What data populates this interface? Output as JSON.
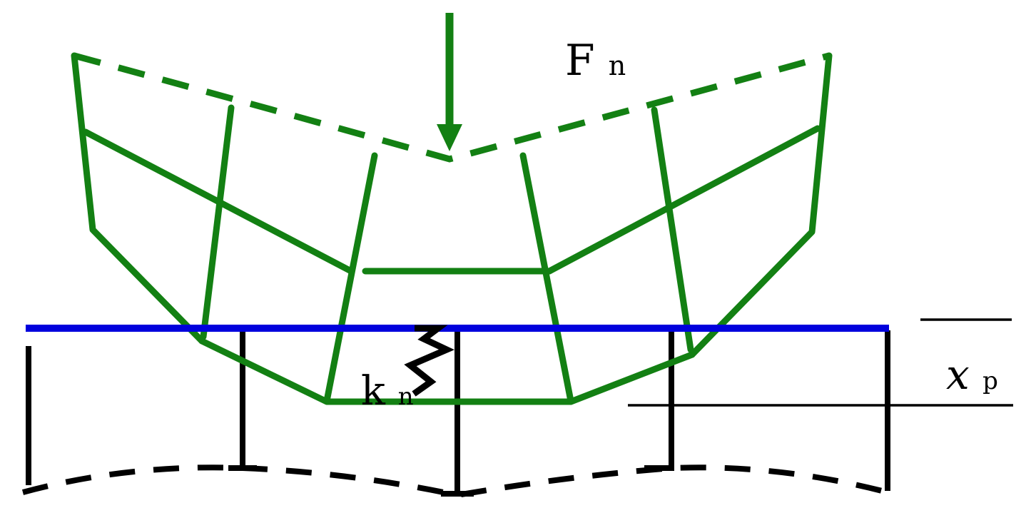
{
  "labels": {
    "force_main": "F",
    "force_sub": "n",
    "stiffness_main": "k",
    "stiffness_sub": "n",
    "penetration_main": "x",
    "penetration_sub": "p"
  },
  "colors": {
    "structure": "#138013",
    "surface": "#0000dd",
    "ink": "#000000"
  },
  "icons": {
    "force_arrow": "down-arrow",
    "spring": "zigzag-spring"
  }
}
